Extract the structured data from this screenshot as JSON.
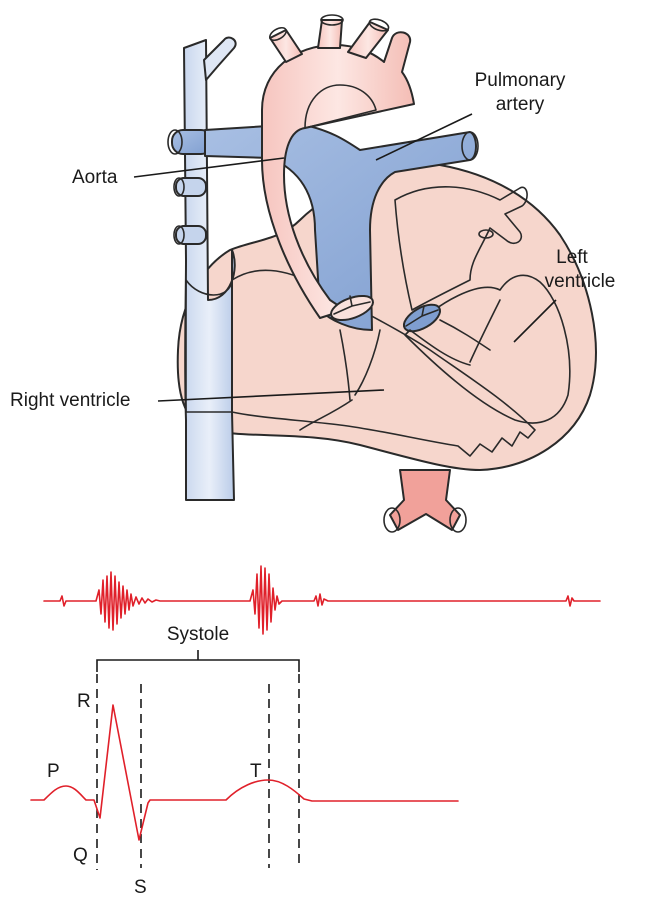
{
  "labels": {
    "pulmonary_artery_line1": "Pulmonary",
    "pulmonary_artery_line2": "artery",
    "aorta": "Aorta",
    "left_ventricle_line1": "Left",
    "left_ventricle_line2": "ventricle",
    "right_ventricle": "Right ventricle"
  },
  "timing": {
    "systole": "Systole"
  },
  "ecg": {
    "p": "P",
    "r": "R",
    "q": "Q",
    "s": "S",
    "t": "T"
  },
  "colors": {
    "venous_blue": "#9fb8df",
    "aorta_pink": "#f9d4cf",
    "heart_wall": "#f6d0c6",
    "left_ventricle": "#f0a39a",
    "trace_red": "#e0202a"
  }
}
